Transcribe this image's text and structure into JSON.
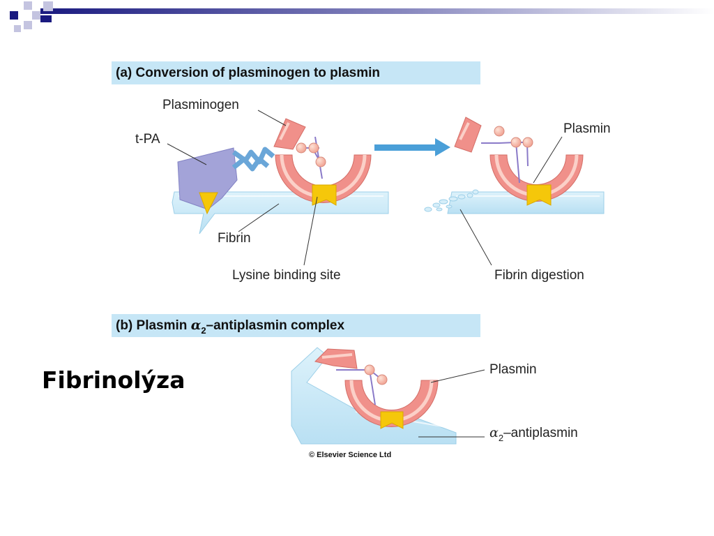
{
  "slide": {
    "title": "Fibrinolýza"
  },
  "panel_a": {
    "header": "(a) Conversion of plasminogen to plasmin",
    "labels": {
      "plasminogen": "Plasminogen",
      "tpa": "t-PA",
      "fibrin": "Fibrin",
      "lysine_binding_site": "Lysine binding site",
      "plasmin": "Plasmin",
      "fibrin_digestion": "Fibrin digestion"
    }
  },
  "panel_b": {
    "header_prefix": "(b) Plasmin ",
    "header_alpha": "α",
    "header_sub": "2",
    "header_suffix": "–antiplasmin complex",
    "labels": {
      "plasmin": "Plasmin",
      "antiplasmin_alpha": "α",
      "antiplasmin_sub": "2",
      "antiplasmin_suffix": "–antiplasmin"
    }
  },
  "copyright": "© Elsevier Science Ltd",
  "colors": {
    "header_bg": "#c6e6f6",
    "fibrin": "#c9e9f8",
    "plasmin": "#f0908a",
    "tpa": "#a3a3d8",
    "lysine_site": "#f5c70a",
    "arrow": "#4a9fd8",
    "logo_navy": "#1a1a80"
  }
}
